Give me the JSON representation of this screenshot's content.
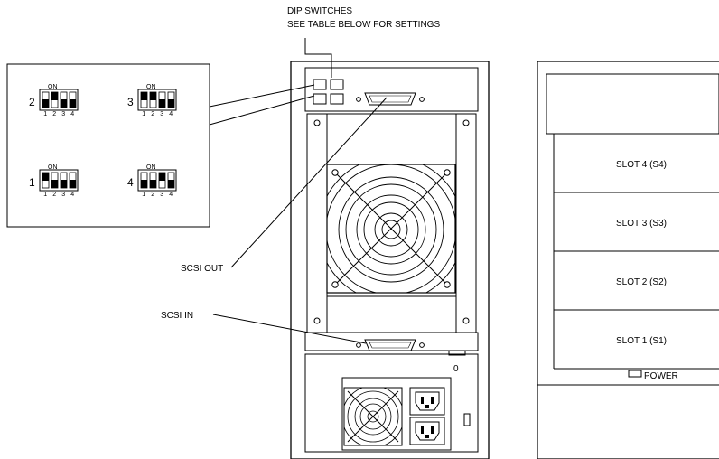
{
  "labels": {
    "dip_title_line1": "DIP SWITCHES",
    "dip_title_line2": "SEE TABLE BELOW FOR SETTINGS",
    "scsi_out": "SCSI OUT",
    "scsi_in": "SCSI IN",
    "power": "POWER",
    "power_switch_mark": "0"
  },
  "dip_settings": [
    {
      "label": "2",
      "on_text": "ON",
      "positions": [
        "1",
        "2",
        "3",
        "4"
      ],
      "switches_on": [
        false,
        true,
        false,
        false
      ]
    },
    {
      "label": "3",
      "on_text": "ON",
      "positions": [
        "1",
        "2",
        "3",
        "4"
      ],
      "switches_on": [
        true,
        true,
        false,
        false
      ]
    },
    {
      "label": "1",
      "on_text": "ON",
      "positions": [
        "1",
        "2",
        "3",
        "4"
      ],
      "switches_on": [
        true,
        false,
        false,
        false
      ]
    },
    {
      "label": "4",
      "on_text": "ON",
      "positions": [
        "1",
        "2",
        "3",
        "4"
      ],
      "switches_on": [
        false,
        false,
        true,
        false
      ]
    }
  ],
  "slots": [
    {
      "label": "SLOT 4 (S4)"
    },
    {
      "label": "SLOT 3 (S3)"
    },
    {
      "label": "SLOT 2 (S2)"
    },
    {
      "label": "SLOT 1 (S1)"
    }
  ],
  "colors": {
    "ink": "#000000",
    "paper": "#ffffff"
  }
}
